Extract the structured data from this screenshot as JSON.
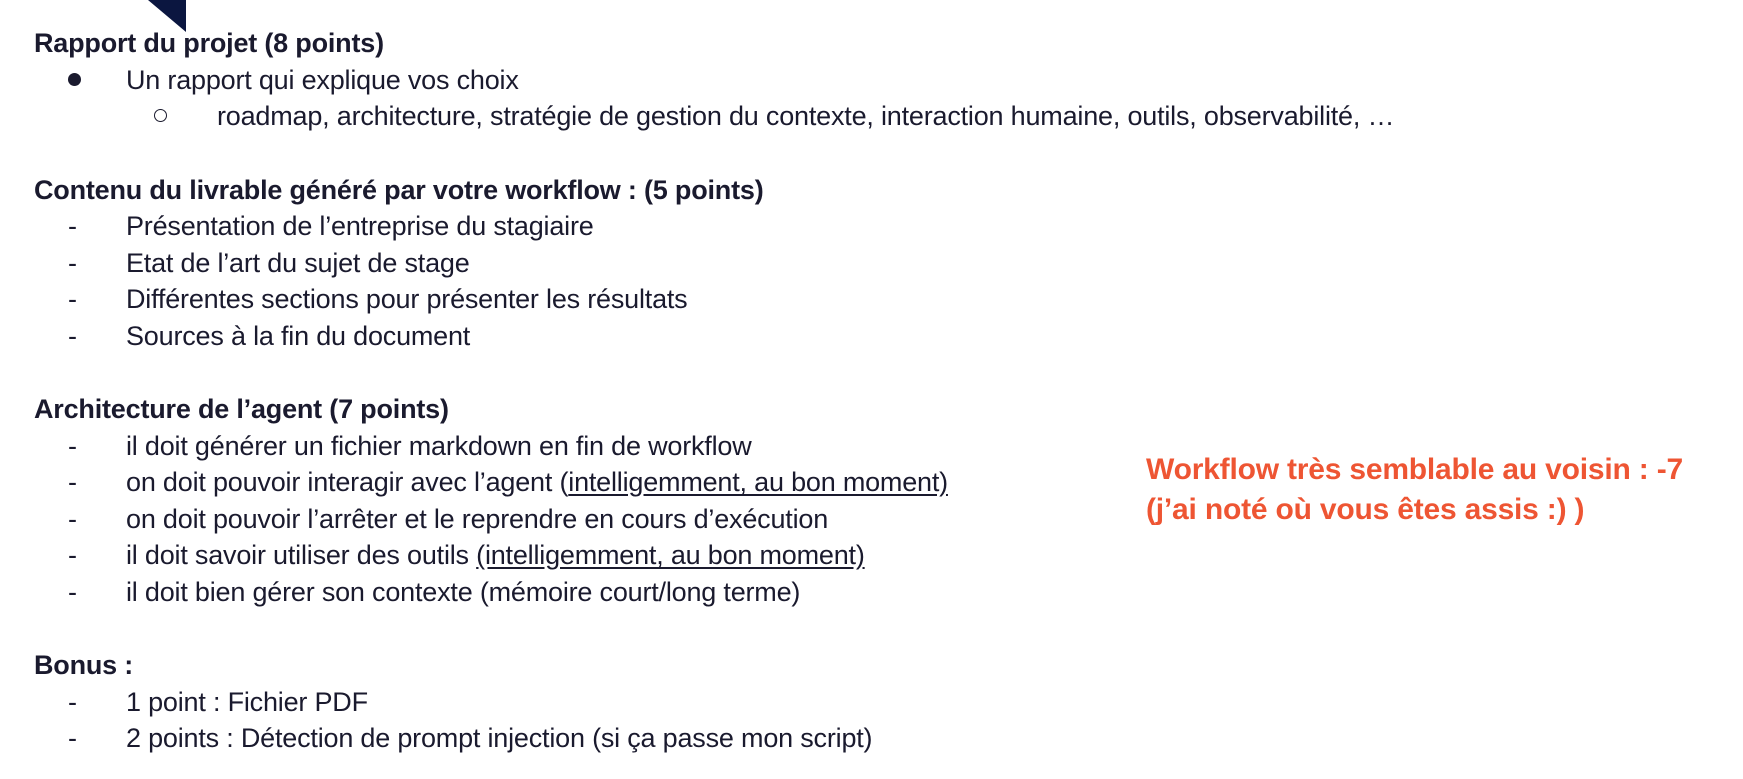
{
  "sections": [
    {
      "heading": "Rapport du projet  (8 points)",
      "items": [
        {
          "marker": "bullet",
          "text": "Un rapport qui explique vos choix"
        },
        {
          "marker": "circle",
          "sub": true,
          "text": "roadmap, architecture, stratégie de gestion du contexte, interaction humaine, outils, observabilité, …"
        }
      ]
    },
    {
      "heading": "Contenu du livrable généré par votre workflow : (5 points)",
      "items": [
        {
          "marker": "-",
          "text": "Présentation de l’entreprise du stagiaire"
        },
        {
          "marker": "-",
          "text": "Etat de l’art du sujet de stage"
        },
        {
          "marker": "-",
          "text": "Différentes sections pour présenter les résultats"
        },
        {
          "marker": "-",
          "text": "Sources à la fin du document"
        }
      ]
    },
    {
      "heading": "Architecture de l’agent (7 points)",
      "items": [
        {
          "marker": "-",
          "text": "il doit générer un fichier markdown en fin de workflow"
        },
        {
          "marker": "-",
          "text": "on doit pouvoir interagir avec l’agent (",
          "underlined": "intelligemment, au bon moment)"
        },
        {
          "marker": "-",
          "text": "on doit pouvoir l’arrêter et le reprendre en cours d’exécution"
        },
        {
          "marker": "-",
          "text": "il doit savoir utiliser des outils ",
          "underlined": "(intelligemment, au bon moment)"
        },
        {
          "marker": "-",
          "text": "il doit bien gérer son contexte (mémoire court/long terme)"
        }
      ]
    },
    {
      "heading": "Bonus :",
      "items": [
        {
          "marker": "-",
          "text": "1 point : Fichier PDF"
        },
        {
          "marker": "-",
          "text": "2 points : Détection de prompt injection (si ça passe mon script)"
        }
      ]
    }
  ],
  "annotation": {
    "line1": "Workflow très semblable au voisin : -7",
    "line2": "(j’ai noté où vous êtes assis :) )",
    "color": "#ee5533"
  }
}
